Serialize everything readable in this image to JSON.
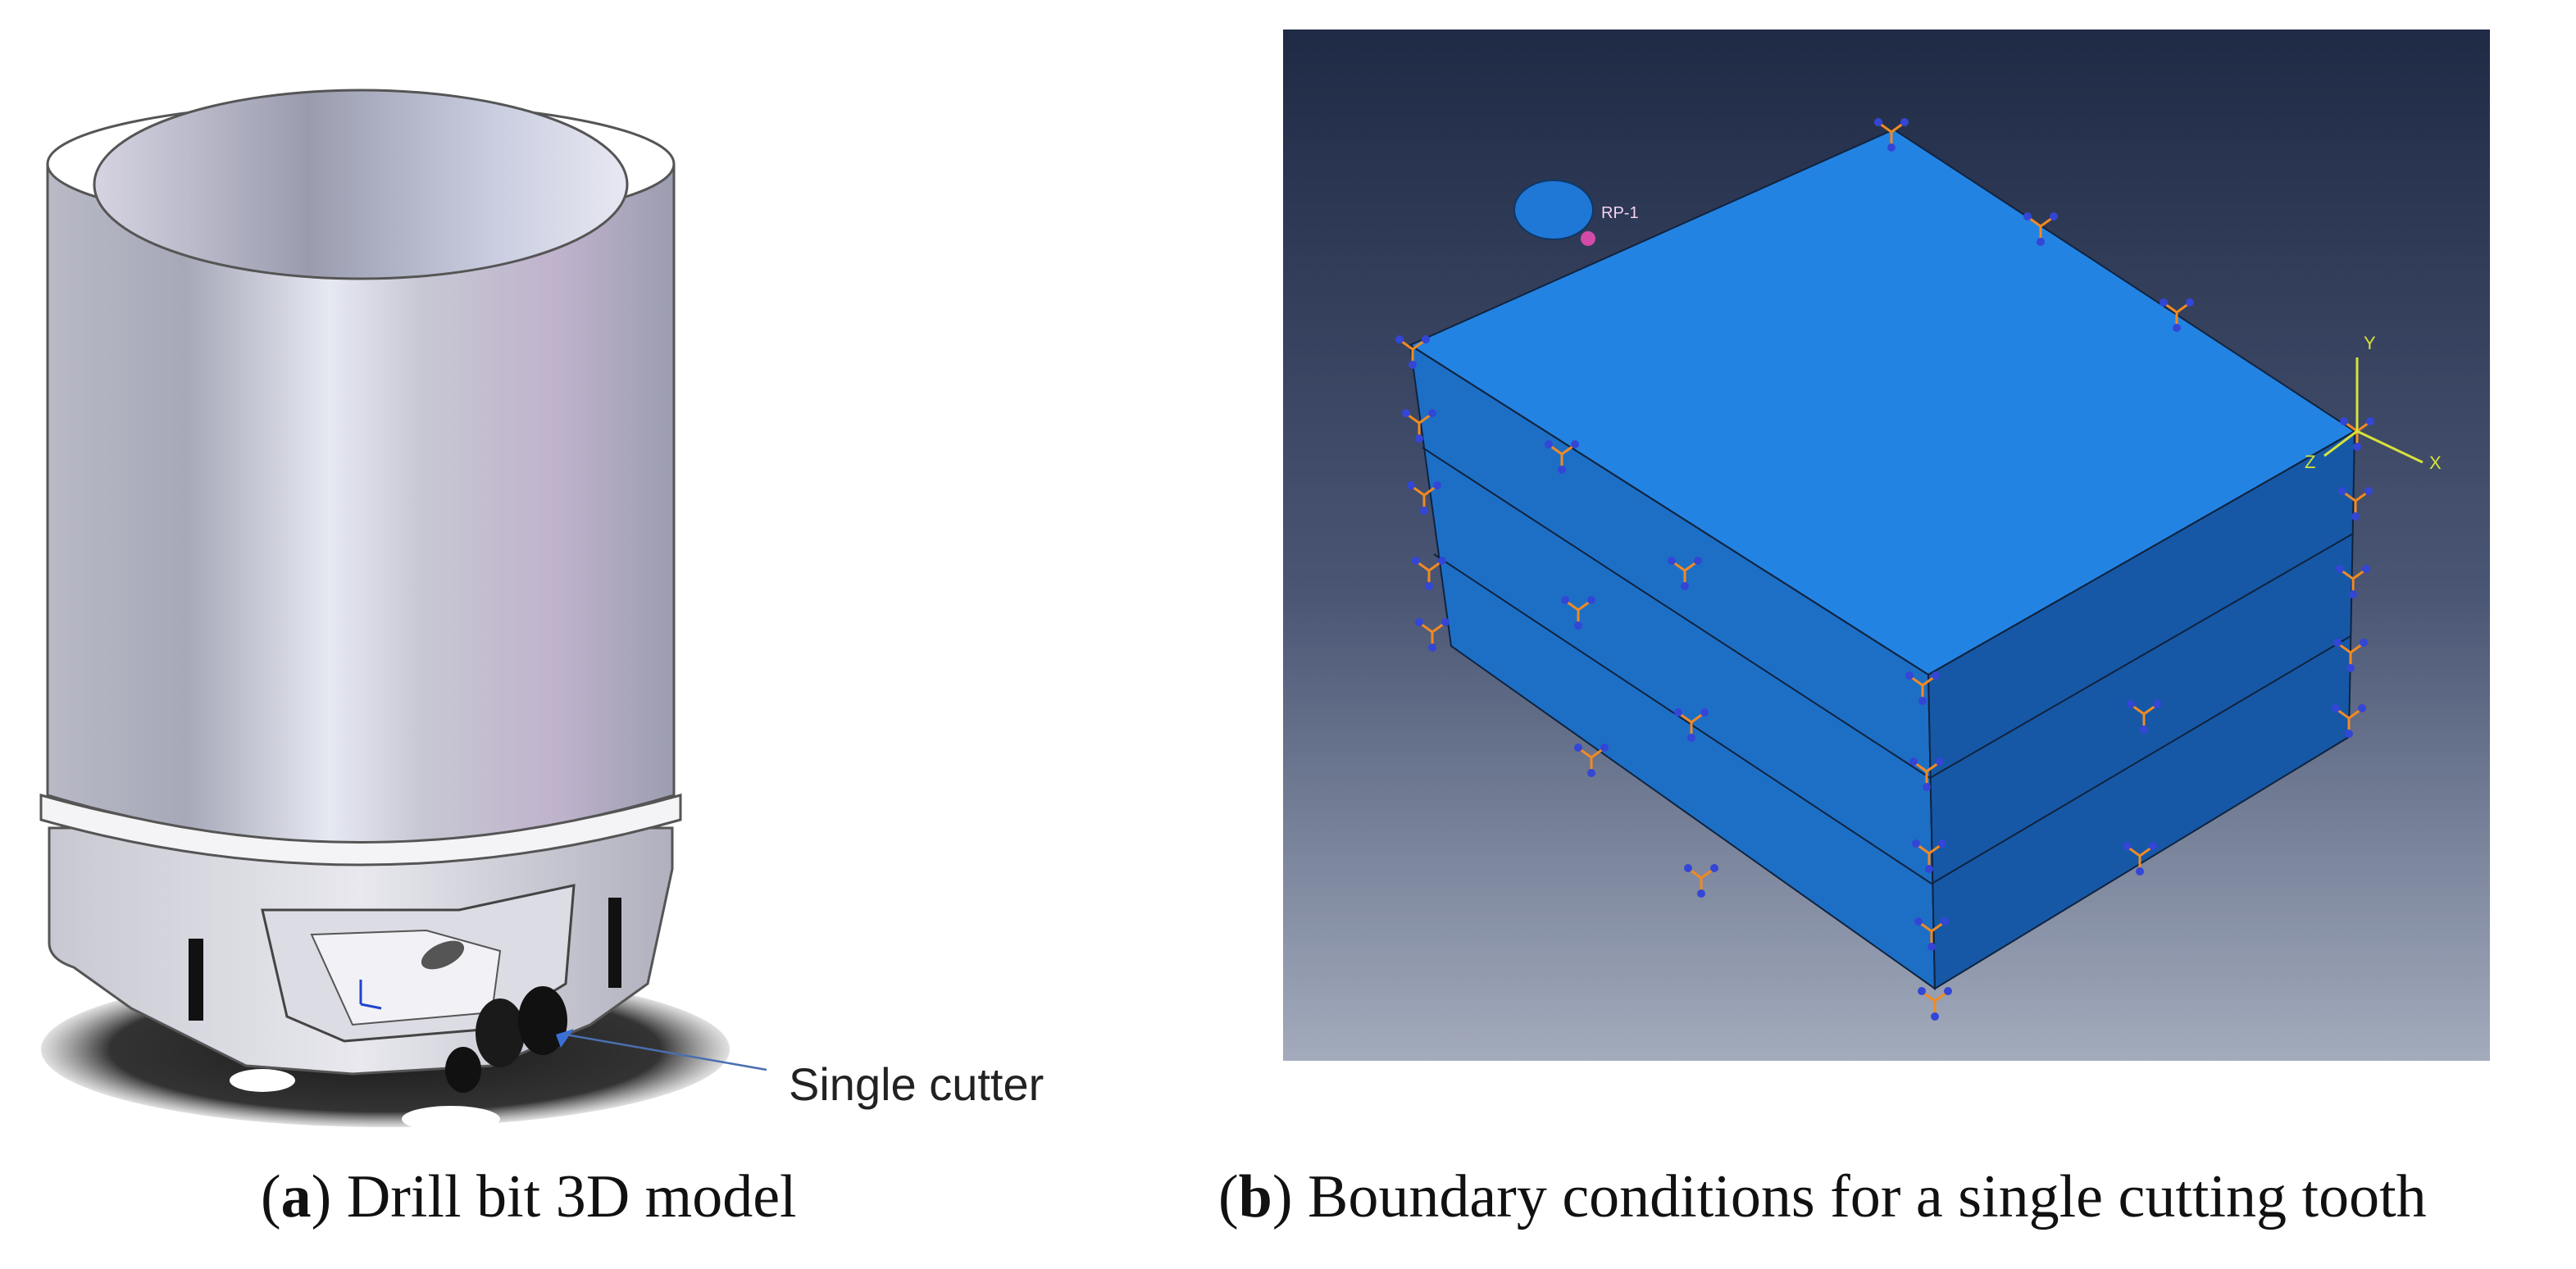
{
  "panel_a": {
    "annotation": "Single cutter",
    "caption": {
      "open": "(",
      "letter": "a",
      "close": ")",
      "text": " Drill bit 3D model"
    }
  },
  "panel_b": {
    "caption": {
      "open": "(",
      "letter": "b",
      "close": ")",
      "text": " Boundary conditions for a single cutting tooth"
    },
    "cutter_label": "RP-1",
    "axes": {
      "x": "X",
      "y": "Y",
      "z": "Z"
    }
  },
  "colors": {
    "cylinder": "#c4c6d4",
    "block": "#2a7fd8",
    "background_top": "#1f2a45",
    "background_bottom": "#9aa2b4",
    "bc_symbol": "#f08a24"
  }
}
